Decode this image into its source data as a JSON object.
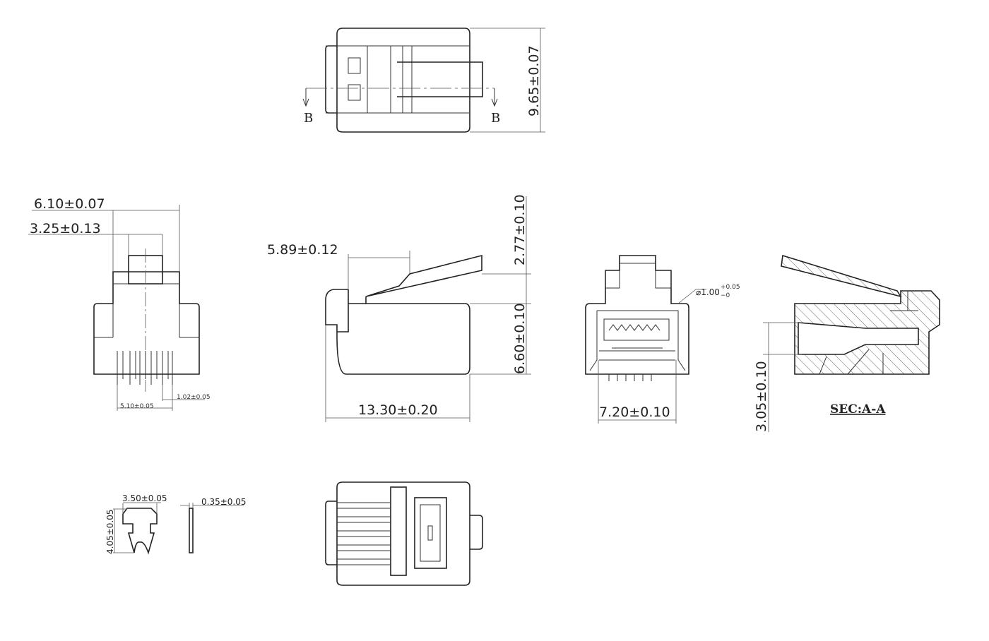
{
  "top_view": {
    "section_marker_left": "B",
    "section_marker_right": "B",
    "height_dim": "9.65±0.07"
  },
  "left_view": {
    "width_dim": "6.10±0.07",
    "latch_dim": "3.25±0.13",
    "pin_span_dim": "5.10±0.05",
    "pin_pitch_dim": "1.02±0.05"
  },
  "side_view": {
    "latch_offset_dim": "5.89±0.12",
    "latch_height_dim": "2.77±0.10",
    "body_height_dim": "6.60±0.10",
    "length_dim": "13.30±0.20"
  },
  "front_view": {
    "width_dim": "7.20±0.10",
    "hole_dim": "⌀1.00",
    "hole_tol_plus": "+0.05",
    "hole_tol_minus": "−0"
  },
  "section_view": {
    "title": "SEC:A-A",
    "height_dim": "3.05±0.10"
  },
  "contact_detail": {
    "width_dim": "3.50±0.05",
    "height_dim": "4.05±0.05",
    "thickness_dim": "0.35±0.05"
  }
}
